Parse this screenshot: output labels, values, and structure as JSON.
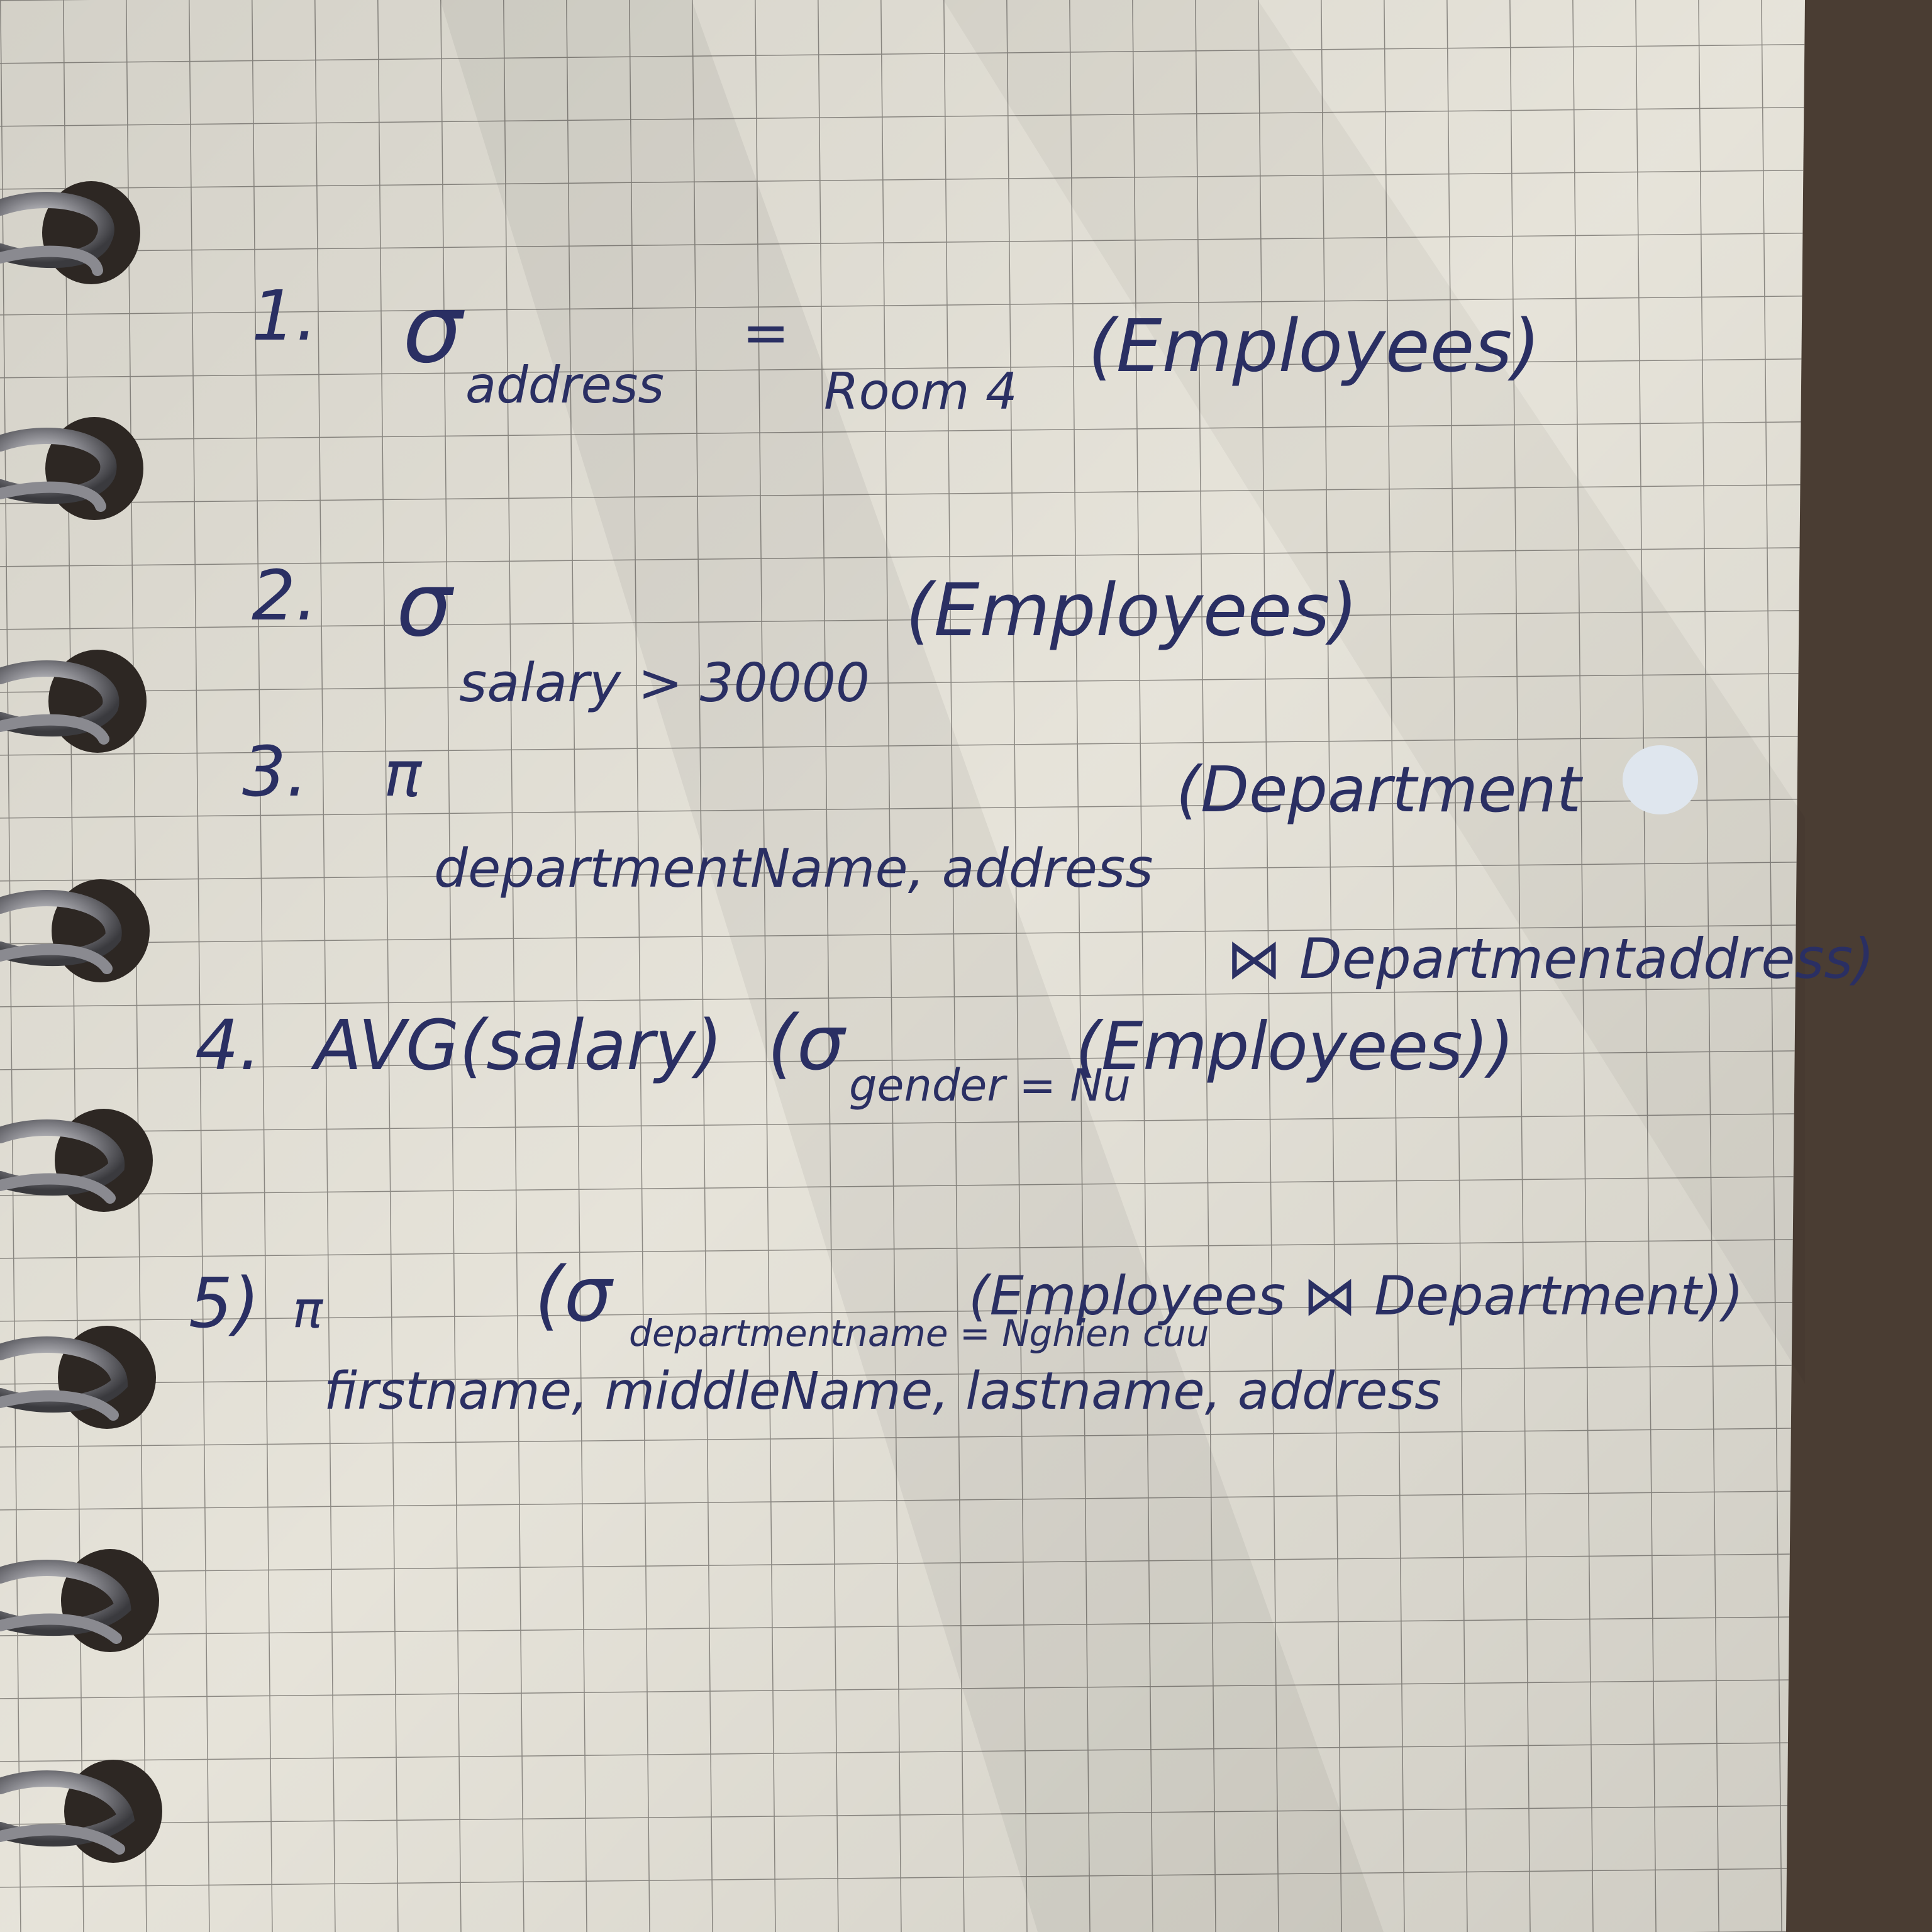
{
  "colors": {
    "paper": "#ebe8de",
    "grid": "#8f8c86",
    "ink": "#2a2f63",
    "desk": "#4a3d33",
    "shadow": "#b9b6ad",
    "ring": "#6f6f72"
  },
  "icons": [
    "spiral-ring-icon"
  ],
  "notes": [
    {
      "number": "1.",
      "operator": "σ",
      "subscript_left": "address",
      "equals": "=",
      "subscript_right": "Room 4",
      "relation": "(Employees)"
    },
    {
      "number": "2.",
      "operator": "σ",
      "subscript": "salary > 30000",
      "relation": "(Employees)"
    },
    {
      "number": "3.",
      "operator": "π",
      "subscript": "departmentName, address",
      "relation": "(Department",
      "join": "⋈ Departmentaddress)"
    },
    {
      "number": "4.",
      "function": "AVG(salary)",
      "open": "(σ",
      "subscript": "gender = Nu",
      "relation": "(Employees))"
    },
    {
      "number": "5)",
      "operator": "π",
      "open": "(σ",
      "subscript_inner": "departmentname = Nghien cuu",
      "relation": "(Employees ⋈ Department))",
      "subscript_outer": "firstname, middleName, lastname, address"
    }
  ]
}
